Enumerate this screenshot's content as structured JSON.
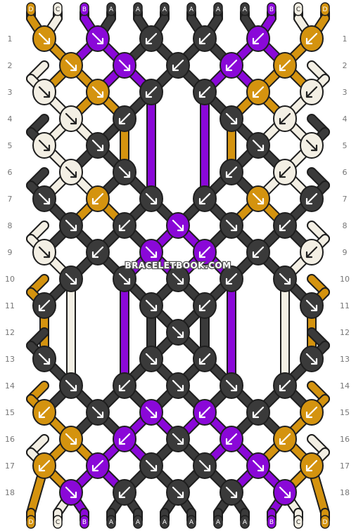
{
  "watermark": "BRACELETBOOK.COM",
  "colors": {
    "D": "#d4930f",
    "C": "#f3efe4",
    "B": "#8a08d8",
    "A": "#3a3a3a"
  },
  "top_strings": [
    "D",
    "C",
    "B",
    "A",
    "A",
    "A",
    "A",
    "A",
    "A",
    "B",
    "C",
    "D"
  ],
  "bottom_strings": [
    "D",
    "C",
    "B",
    "A",
    "A",
    "A",
    "A",
    "A",
    "A",
    "B",
    "C",
    "D"
  ],
  "rows_label": [
    "1",
    "2",
    "3",
    "4",
    "5",
    "6",
    "7",
    "8",
    "9",
    "10",
    "11",
    "12",
    "13",
    "14",
    "15",
    "16",
    "17",
    "18"
  ],
  "knot_grid": [
    [
      "D",
      "B",
      "A",
      "A",
      "B",
      "D"
    ],
    [
      "D",
      "B",
      "A",
      "B",
      "D"
    ],
    [
      "C",
      "D",
      "A",
      "A",
      "D",
      "C"
    ],
    [
      "C",
      "A",
      "A",
      "C"
    ],
    [
      "C",
      "A",
      "A",
      "C"
    ],
    [
      "C",
      "A",
      "A",
      "C"
    ],
    [
      "A",
      "D",
      "A",
      "A",
      "D",
      "A"
    ],
    [
      "A",
      "A",
      "B",
      "A",
      "A"
    ],
    [
      "C",
      "A",
      "B",
      "B",
      "A",
      "C"
    ],
    [
      "A",
      "A",
      "A",
      "A",
      "A"
    ],
    [
      "A",
      "A",
      "A",
      "A"
    ],
    [
      "A"
    ],
    [
      "A",
      "A",
      "A",
      "A"
    ],
    [
      "A",
      "A",
      "A",
      "A",
      "A"
    ],
    [
      "D",
      "A",
      "B",
      "B",
      "A",
      "D"
    ],
    [
      "D",
      "B",
      "A",
      "B",
      "D"
    ],
    [
      "D",
      "B",
      "A",
      "A",
      "B",
      "D"
    ],
    [
      "B",
      "A",
      "A",
      "A",
      "B"
    ]
  ]
}
